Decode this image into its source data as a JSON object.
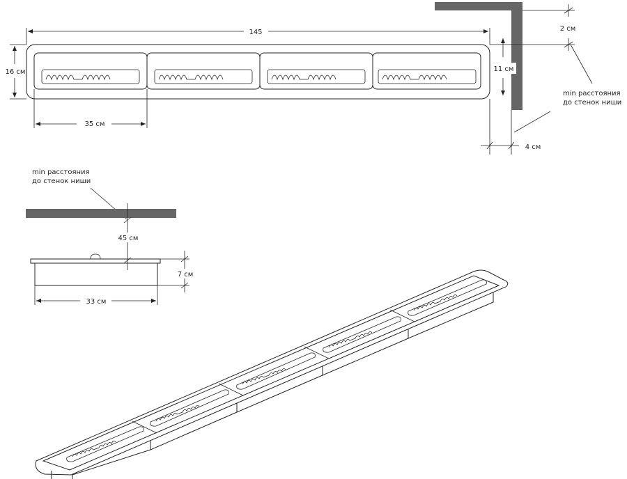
{
  "top_view": {
    "length_label": "145",
    "depth_label": "16 см",
    "module_width_label": "35 см",
    "inner_depth_label": "11 см",
    "wall_gap_label": "2 см",
    "side_gap_label": "4 см",
    "min_distance_label_line1": "min расстояния",
    "min_distance_label_line2": "до стенок ниши"
  },
  "side_view": {
    "min_distance_label_line1": "min расстояния",
    "min_distance_label_line2": "до стенок ниши",
    "top_gap_label": "45 см",
    "height_label": "7 см",
    "width_label": "33 см"
  },
  "colors": {
    "wall": "#666666",
    "line": "#222222"
  }
}
